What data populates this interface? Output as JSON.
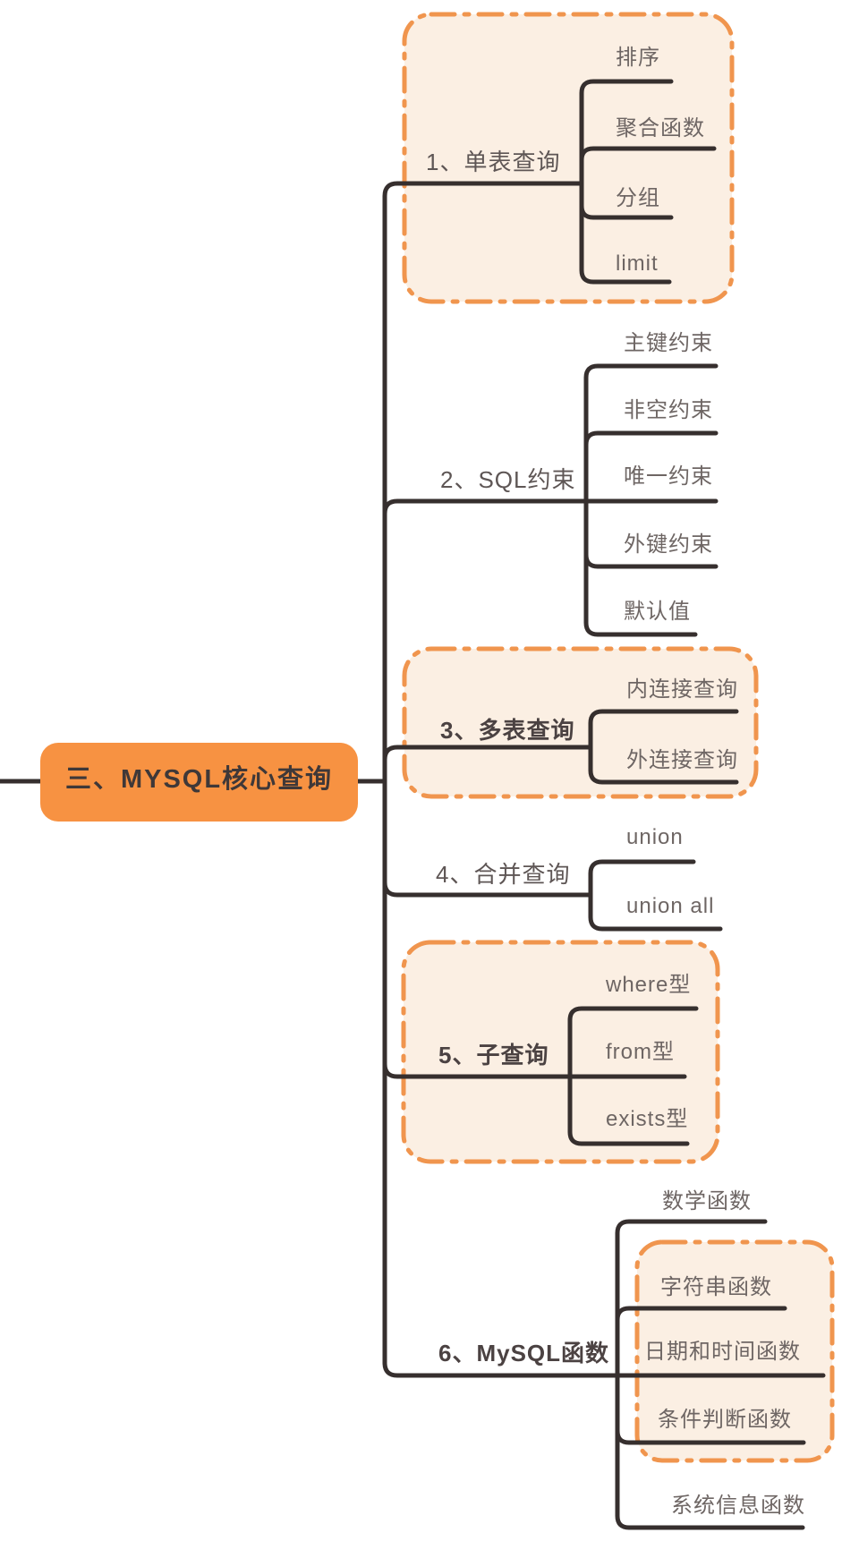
{
  "title": "MySQL mind map",
  "colors": {
    "accent": "#F79242",
    "line": "#362F2E",
    "box_fill": "#FBEFE3",
    "box_border": "#F0954E",
    "root_text": "#3F3838",
    "branch_text": "#5E5655",
    "branch_bold_text": "#4B4242",
    "child_text": "#6E6664",
    "background": "#FFFFFF"
  },
  "root": {
    "label": "三、MYSQL核心查询"
  },
  "branches": [
    {
      "label": "1、单表查询",
      "bold": false,
      "highlighted": true,
      "children": [
        {
          "label": "排序"
        },
        {
          "label": "聚合函数"
        },
        {
          "label": "分组"
        },
        {
          "label": "limit"
        }
      ]
    },
    {
      "label": "2、SQL约束",
      "bold": false,
      "highlighted": false,
      "children": [
        {
          "label": "主键约束"
        },
        {
          "label": "非空约束"
        },
        {
          "label": "唯一约束"
        },
        {
          "label": "外键约束"
        },
        {
          "label": "默认值"
        }
      ]
    },
    {
      "label": "3、多表查询",
      "bold": true,
      "highlighted": true,
      "children": [
        {
          "label": "内连接查询"
        },
        {
          "label": "外连接查询"
        }
      ]
    },
    {
      "label": "4、合并查询",
      "bold": false,
      "highlighted": false,
      "children": [
        {
          "label": "union"
        },
        {
          "label": "union all"
        }
      ]
    },
    {
      "label": "5、子查询",
      "bold": true,
      "highlighted": true,
      "children": [
        {
          "label": "where型"
        },
        {
          "label": "from型"
        },
        {
          "label": "exists型"
        }
      ]
    },
    {
      "label": "6、MySQL函数",
      "bold": true,
      "highlighted": false,
      "children": [
        {
          "label": "数学函数"
        },
        {
          "label": "字符串函数",
          "in_highlight_box": true
        },
        {
          "label": "日期和时间函数",
          "in_highlight_box": true
        },
        {
          "label": "条件判断函数",
          "in_highlight_box": true
        },
        {
          "label": "系统信息函数"
        }
      ]
    }
  ]
}
